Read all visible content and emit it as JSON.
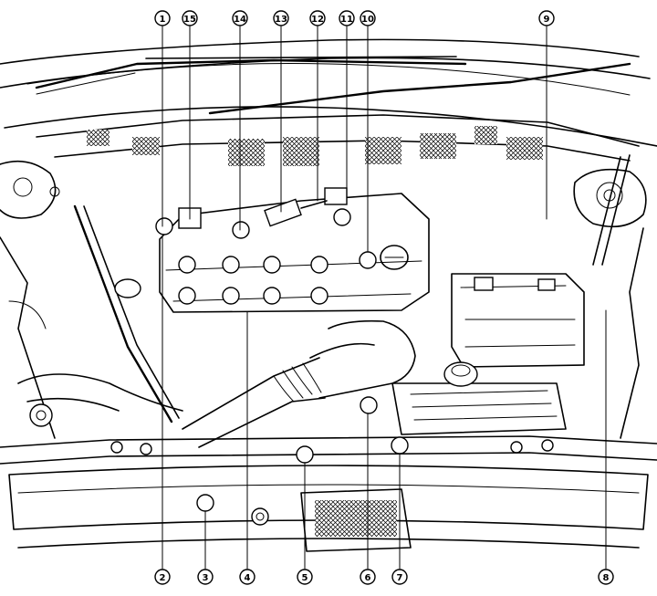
{
  "diagram": {
    "callouts": {
      "top": [
        "1",
        "15",
        "14",
        "13",
        "12",
        "11",
        "10",
        "9"
      ],
      "bottom": [
        "2",
        "3",
        "4",
        "5",
        "6",
        "7",
        "8"
      ]
    }
  }
}
